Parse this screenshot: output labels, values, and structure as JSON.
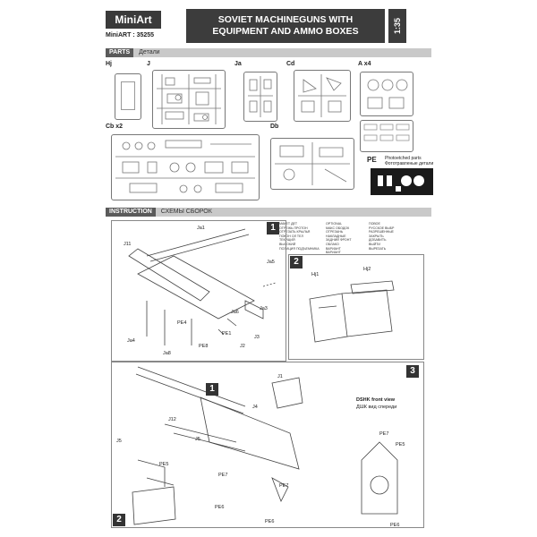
{
  "header": {
    "brand": "MiniArt",
    "catalog": "MiniART : 35255",
    "title_line1": "SOVIET MACHINEGUNS WITH",
    "title_line2": "EQUIPMENT AND AMMO BOXES",
    "scale": "1:35"
  },
  "parts_band": {
    "label": "PARTS",
    "sub": "Детали"
  },
  "sprues": {
    "hj": "Hj",
    "j": "J",
    "ja": "Ja",
    "cd": "Cd",
    "a": "A x4",
    "cb": "Cb x2",
    "db": "Db",
    "pe": "PE",
    "pe_note1": "Photoetched parts",
    "pe_note2": "Фототравленые детали"
  },
  "instruction_band": {
    "label": "INSTRUCTION",
    "sub": "СХЕМЫ СБОРОК"
  },
  "legend": {
    "col1": [
      "МАКЕТ ДЕТ",
      "ОТРЕЖЬ ПРОТОН",
      "ОТРЕЗАТЬ КРЫЛЬЯ",
      "ПОКОН ОЛ ТЕЛ",
      "ТЕКУЩИЙ",
      "ВЫСОКИЙ",
      "ПОЗИЦИЯ ПОДЪЕМНИКА"
    ],
    "col2": [
      "OPTIONAL",
      "МАКС ОБОДОК",
      "ОТРЕЗАНЬ",
      "НАКЛАДНЫЕ",
      "ЗАДНИЙ ФРОНТ",
      "ОБЛАКО",
      "ВАРИАНТ",
      "ВАРИАНТ"
    ],
    "col3": [
      "ПОВОЕ",
      "РУССКОЕ ВЫБР",
      "РАЗРЕШЕННЫЕ",
      "ЗАКРЫТЬ",
      "ДОБАВИТЬ",
      "ВЫЙТИ",
      "ВЫРЕЗАТЬ"
    ]
  },
  "step1": {
    "number": "1",
    "labels": [
      "Ja1",
      "J11",
      "Ja5",
      "Ja3",
      "PE4",
      "Ja6",
      "Ja4",
      "Ja8",
      "PE8",
      "PE1",
      "J2",
      "J3"
    ]
  },
  "step2": {
    "number": "2",
    "labels": [
      "Hj1",
      "Hj2"
    ]
  },
  "step3": {
    "number": "3",
    "labels": [
      "J1",
      "J4",
      "J12",
      "J5",
      "J5",
      "PE5",
      "PE7",
      "PE6",
      "PE7",
      "PE6",
      "PE6",
      "PE5",
      "PE7"
    ],
    "front_view_en": "DSHK front view",
    "front_view_ru": "ДШК вид спереди",
    "inset1": "1",
    "inset2": "2"
  },
  "colors": {
    "dark": "#3c3c3c",
    "band": "#c9c9c9",
    "line": "#555555"
  }
}
